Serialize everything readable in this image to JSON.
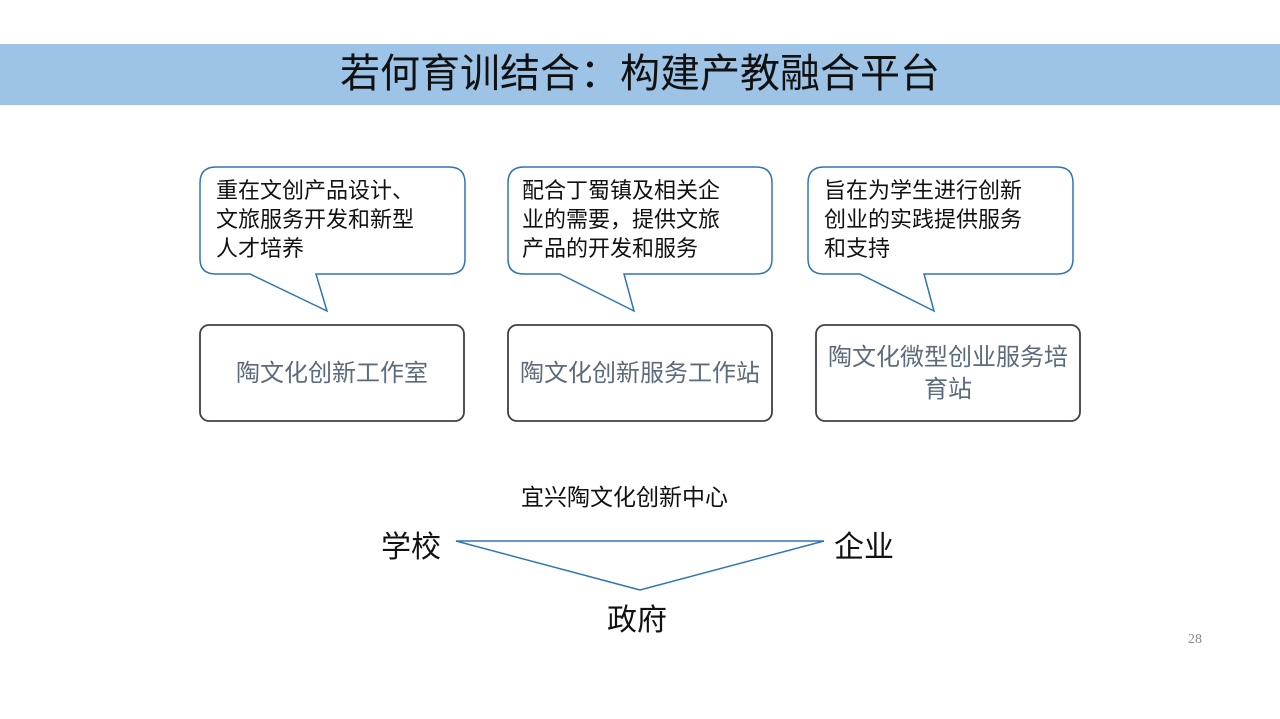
{
  "title": "若何育训结合：构建产教融合平台",
  "callouts": [
    {
      "lines": [
        "重在文创产品设计、",
        "文旅服务开发和新型",
        "人才培养"
      ]
    },
    {
      "lines": [
        "配合丁蜀镇及相关企",
        "业的需要，提供文旅",
        "产品的开发和服务"
      ]
    },
    {
      "lines": [
        "旨在为学生进行创新",
        "创业的实践提供服务",
        "和支持"
      ]
    }
  ],
  "boxes": [
    {
      "text": "陶文化创新工作室"
    },
    {
      "text": "陶文化创新服务工作站"
    },
    {
      "text": "陶文化微型创业服务培育站"
    }
  ],
  "center_label": "宜兴陶文化创新中心",
  "triangle": {
    "left": "学校",
    "right": "企业",
    "bottom": "政府"
  },
  "page_number": "28",
  "colors": {
    "title_bar": "#9dc3e6",
    "callout_border": "#2e75b6",
    "box_border": "#404040",
    "triangle_line": "#2e75b6"
  }
}
